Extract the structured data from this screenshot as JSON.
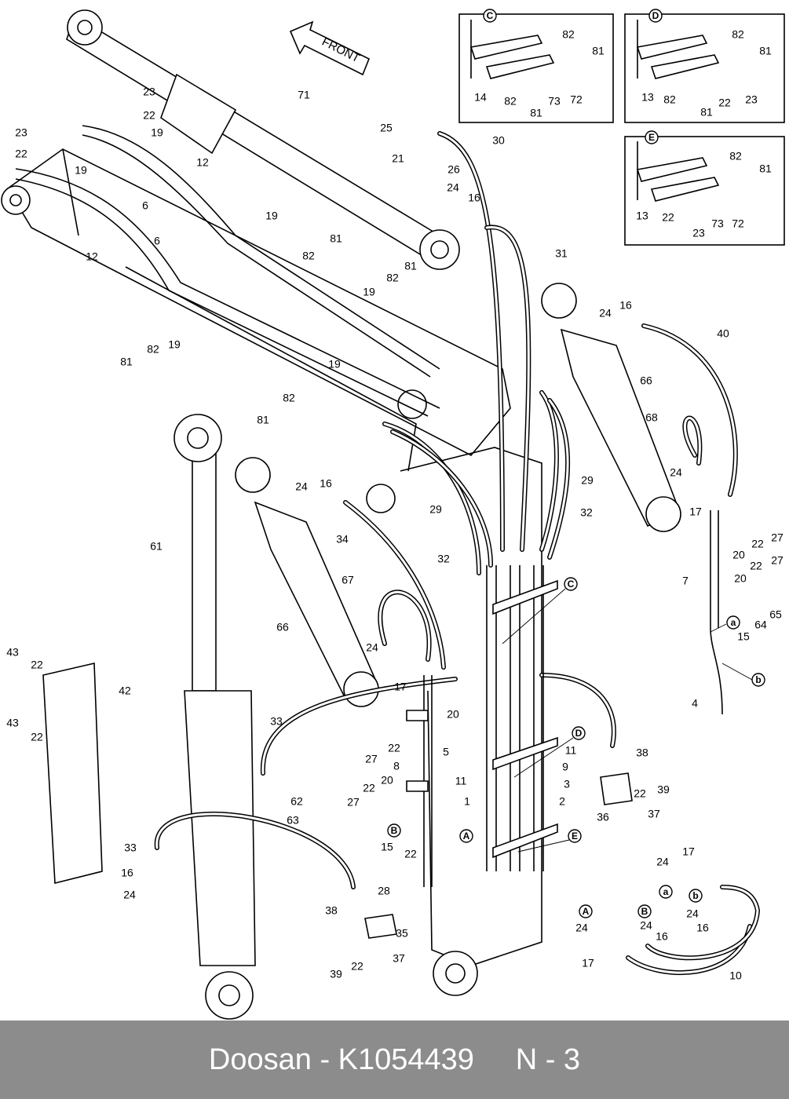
{
  "diagram": {
    "front_arrow_label": "FRONT",
    "part_labels": [
      "23",
      "22",
      "19",
      "23",
      "22",
      "19",
      "12",
      "6",
      "12",
      "6",
      "71",
      "25",
      "21",
      "26",
      "24",
      "16",
      "30",
      "19",
      "81",
      "82",
      "31",
      "81",
      "82",
      "19",
      "81",
      "82",
      "19",
      "19",
      "82",
      "81",
      "68",
      "66",
      "24",
      "16",
      "40",
      "24",
      "17",
      "27",
      "22",
      "20",
      "22",
      "27",
      "20",
      "7",
      "65",
      "64",
      "15",
      "4",
      "29",
      "32",
      "29",
      "32",
      "24",
      "16",
      "34",
      "61",
      "67",
      "66",
      "24",
      "17",
      "43",
      "22",
      "42",
      "43",
      "22",
      "33",
      "20",
      "22",
      "27",
      "8",
      "5",
      "11",
      "11",
      "9",
      "3",
      "2",
      "1",
      "20",
      "22",
      "27",
      "62",
      "63",
      "38",
      "22",
      "39",
      "36",
      "37",
      "15",
      "22",
      "28",
      "33",
      "16",
      "24",
      "38",
      "35",
      "37",
      "22",
      "39",
      "17",
      "24",
      "24",
      "16",
      "24",
      "24",
      "16",
      "17",
      "10",
      "82",
      "81",
      "14",
      "82",
      "73",
      "72",
      "81",
      "82",
      "81",
      "13",
      "82",
      "22",
      "23",
      "81",
      "82",
      "81",
      "13",
      "22",
      "73",
      "72",
      "23"
    ],
    "callouts": [
      "C",
      "D",
      "E",
      "C",
      "D",
      "E",
      "a",
      "b",
      "B",
      "A",
      "a",
      "b",
      "A",
      "B"
    ]
  },
  "footer": {
    "text": "Doosan - K1054439     N - 3"
  }
}
